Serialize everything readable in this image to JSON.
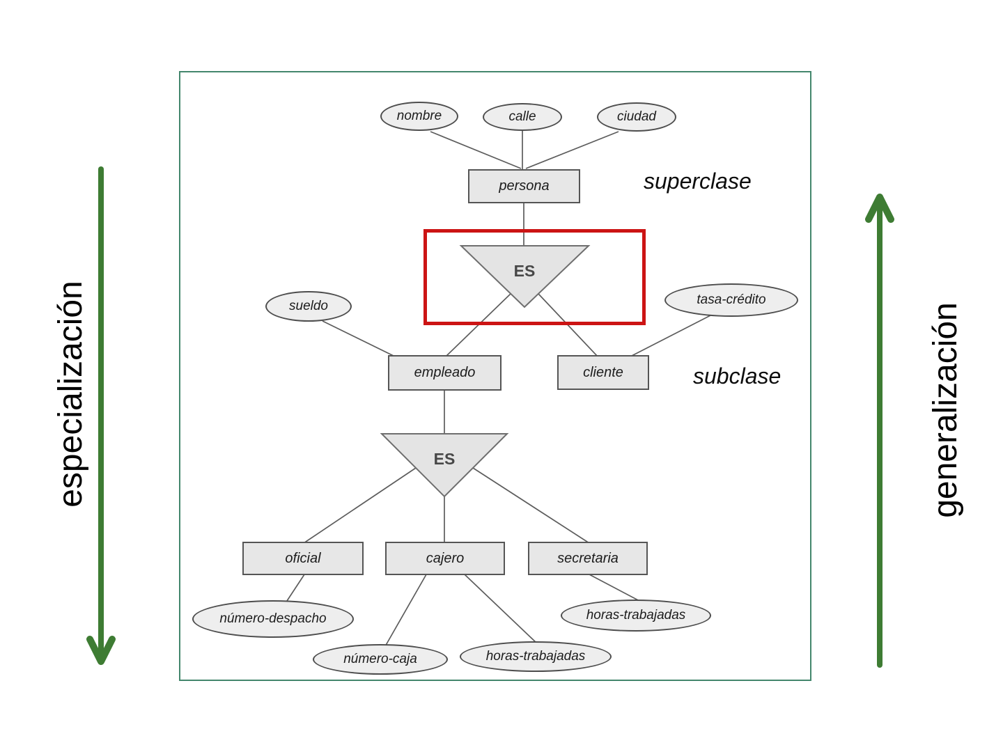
{
  "entities": {
    "persona": "persona",
    "empleado": "empleado",
    "cliente": "cliente",
    "oficial": "oficial",
    "cajero": "cajero",
    "secretaria": "secretaria"
  },
  "attributes": {
    "nombre": "nombre",
    "calle": "calle",
    "ciudad": "ciudad",
    "sueldo": "sueldo",
    "tasa_credito": "tasa-crédito",
    "numero_despacho": "número-despacho",
    "numero_caja": "número-caja",
    "horas_trabajadas_cajero": "horas-trabajadas",
    "horas_trabajadas_secretaria": "horas-trabajadas"
  },
  "isa": {
    "top": "ES",
    "bottom": "ES"
  },
  "annotations": {
    "superclase": "superclase",
    "subclase": "subclase",
    "especializacion": "especialización",
    "generalizacion": "generalización"
  },
  "colors": {
    "arrow_green": "#3e7c33",
    "frame_green": "#43866c",
    "highlight_red": "#cc1414",
    "shape_fill": "#e7e7e7",
    "shape_border": "#555555"
  }
}
